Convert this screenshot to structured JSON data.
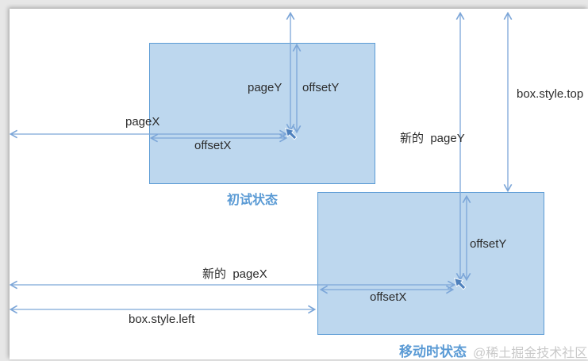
{
  "canvas": {
    "watermark": "@稀土掘金技术社区"
  },
  "initial": {
    "title": "初试状态",
    "pageY": "pageY",
    "offsetY": "offsetY",
    "pageX": "pageX",
    "offsetX": "offsetX"
  },
  "moved": {
    "title": "移动时状态",
    "new_pageY": "新的  pageY",
    "box_style_top": "box.style.top",
    "offsetY": "offsetY",
    "new_pageX": "新的  pageX",
    "offsetX": "offsetX",
    "box_style_left": "box.style.left"
  },
  "colors": {
    "box_fill": "#bdd7ee",
    "box_border": "#5b9bd5",
    "arrow": "#7ca6d8",
    "title_blue": "#5b9bd5",
    "watermark_gray": "#c9c9c9",
    "cursor_fill": "#4f81bd"
  }
}
